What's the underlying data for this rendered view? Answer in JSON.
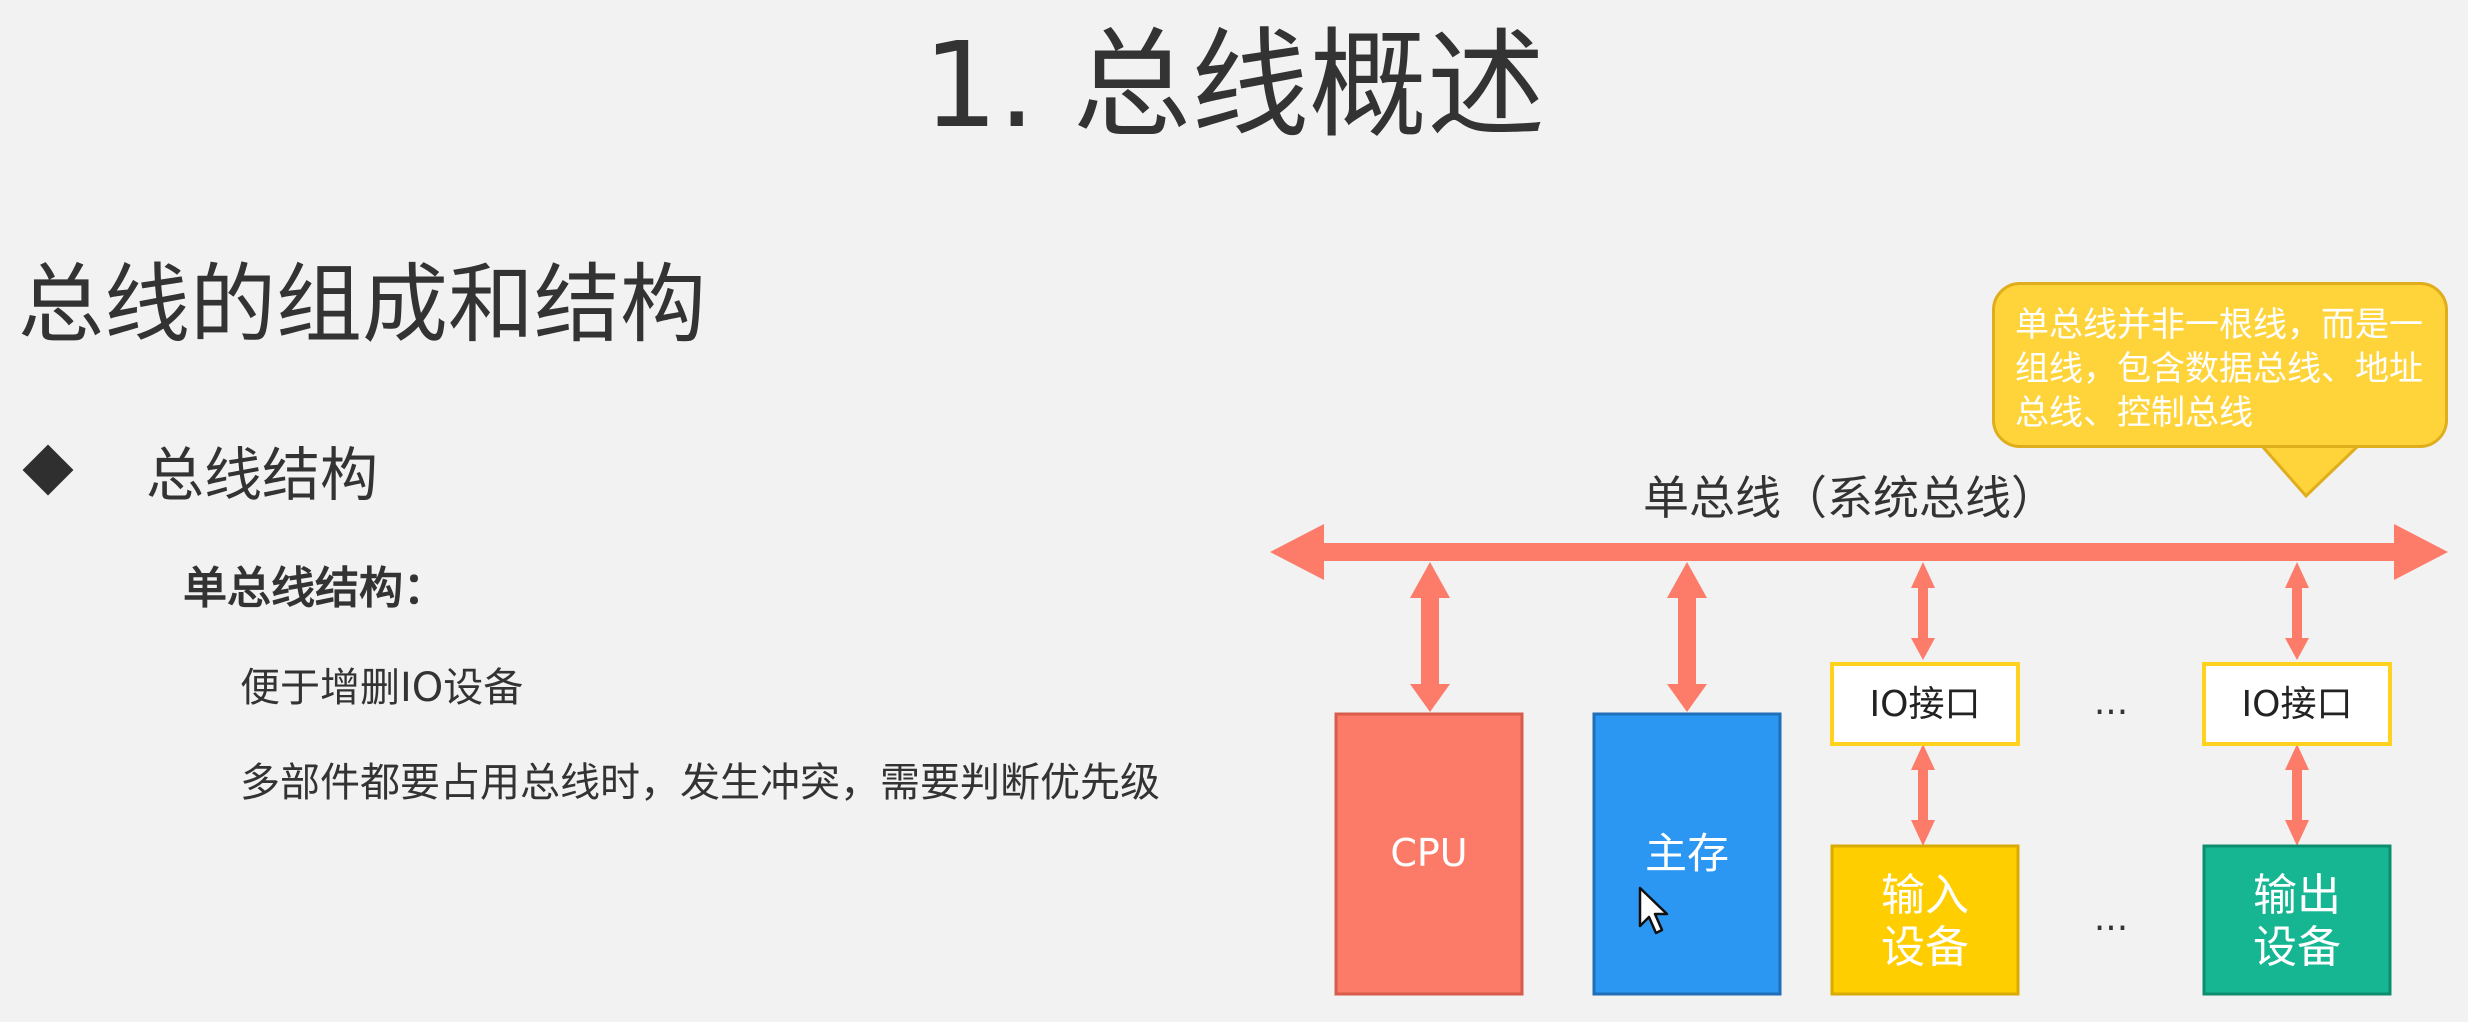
{
  "slide": {
    "title": "1. 总线概述",
    "section_title": "总线的组成和结构",
    "bullet": "总线结构",
    "sub_heading": "单总线结构：",
    "points": [
      "便于增删IO设备",
      "多部件都要占用总线时，发生冲突，需要判断优先级"
    ]
  },
  "diagram": {
    "bus_label": "单总线（系统总线）",
    "callout": "单总线并非一根线，而是一组线，包含数据总线、地址总线、控制总线",
    "cpu": "CPU",
    "memory": "主存",
    "io_interface_1": "IO接口",
    "io_interface_2": "IO接口",
    "ellipsis_top": "...",
    "ellipsis_bottom": "...",
    "input_device_line1": "输入",
    "input_device_line2": "设备",
    "output_device_line1": "输出",
    "output_device_line2": "设备"
  },
  "colors": {
    "bus": "#fc7b69",
    "cpu": "#fc7a68",
    "memory": "#2b97f3",
    "io_border": "#ffd21e",
    "input_device": "#ffce00",
    "output_device": "#16b693",
    "callout": "#ffd43b"
  }
}
